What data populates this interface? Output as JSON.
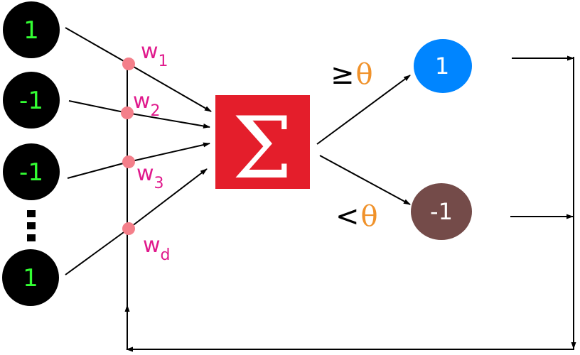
{
  "inputs": [
    {
      "label": "1"
    },
    {
      "label": "-1"
    },
    {
      "label": "-1"
    },
    {
      "label": "1"
    }
  ],
  "ellipsis": "⋮",
  "weights": [
    {
      "base": "w",
      "sub": "1"
    },
    {
      "base": "w",
      "sub": "2"
    },
    {
      "base": "w",
      "sub": "3"
    },
    {
      "base": "w",
      "sub": "d"
    }
  ],
  "sum_symbol": "Σ",
  "threshold": {
    "ge_op": "≥",
    "lt_op": "<",
    "symbol": "θ"
  },
  "outputs": [
    {
      "label": "1"
    },
    {
      "label": "-1"
    }
  ],
  "colors": {
    "input_node_fill": "#000000",
    "input_text": "#33ff33",
    "weight_dot": "#f47f8a",
    "weight_text": "#e0198c",
    "sum_box": "#e41e2b",
    "theta": "#f0922b",
    "output_pos": "#0085ff",
    "output_neg": "#744b49"
  }
}
